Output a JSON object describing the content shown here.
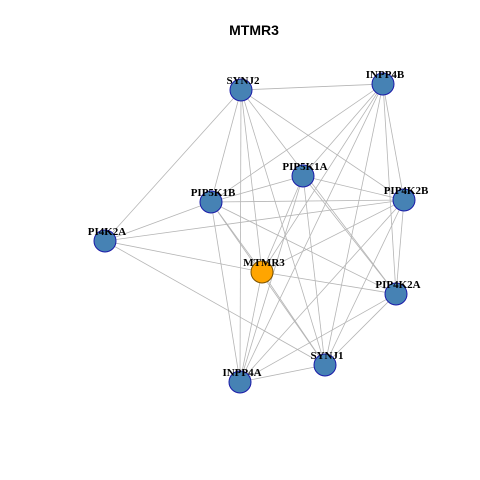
{
  "title": "MTMR3",
  "colors": {
    "node_fill": "#4682b4",
    "node_stroke": "#1a1aa8",
    "center_fill": "#ffa500",
    "center_stroke": "#7a5200",
    "edge": "#b5b5b5",
    "label": "#000000"
  },
  "nodes": [
    {
      "id": "SYNJ2",
      "label": "SYNJ2",
      "center": false
    },
    {
      "id": "INPP4B",
      "label": "INPP4B",
      "center": false
    },
    {
      "id": "PIP5K1A",
      "label": "PIP5K1A",
      "center": false
    },
    {
      "id": "PIP5K1B",
      "label": "PIP5K1B",
      "center": false
    },
    {
      "id": "PIP4K2B",
      "label": "PIP4K2B",
      "center": false
    },
    {
      "id": "PI4K2A",
      "label": "PI4K2A",
      "center": false
    },
    {
      "id": "MTMR3",
      "label": "MTMR3",
      "center": true
    },
    {
      "id": "PIP4K2A",
      "label": "PIP4K2A",
      "center": false
    },
    {
      "id": "SYNJ1",
      "label": "SYNJ1",
      "center": false
    },
    {
      "id": "INPP4A",
      "label": "INPP4A",
      "center": false
    }
  ],
  "edges": [
    [
      "SYNJ2",
      "INPP4B"
    ],
    [
      "SYNJ2",
      "PIP5K1B"
    ],
    [
      "SYNJ2",
      "PI4K2A"
    ],
    [
      "SYNJ2",
      "MTMR3"
    ],
    [
      "SYNJ2",
      "PIP4K2B"
    ],
    [
      "SYNJ2",
      "PIP4K2A"
    ],
    [
      "SYNJ2",
      "SYNJ1"
    ],
    [
      "SYNJ2",
      "INPP4A"
    ],
    [
      "INPP4B",
      "PIP5K1A"
    ],
    [
      "INPP4B",
      "PIP5K1B"
    ],
    [
      "INPP4B",
      "PIP4K2B"
    ],
    [
      "INPP4B",
      "MTMR3"
    ],
    [
      "INPP4B",
      "PIP4K2A"
    ],
    [
      "INPP4B",
      "SYNJ1"
    ],
    [
      "INPP4B",
      "INPP4A"
    ],
    [
      "PIP5K1A",
      "PIP5K1B"
    ],
    [
      "PIP5K1A",
      "PIP4K2B"
    ],
    [
      "PIP5K1A",
      "MTMR3"
    ],
    [
      "PIP5K1A",
      "PIP4K2A"
    ],
    [
      "PIP5K1A",
      "SYNJ1"
    ],
    [
      "PIP5K1A",
      "INPP4A"
    ],
    [
      "PIP5K1B",
      "PIP4K2B"
    ],
    [
      "PIP5K1B",
      "PI4K2A"
    ],
    [
      "PIP5K1B",
      "MTMR3"
    ],
    [
      "PIP5K1B",
      "PIP4K2A"
    ],
    [
      "PIP5K1B",
      "SYNJ1"
    ],
    [
      "PIP5K1B",
      "INPP4A"
    ],
    [
      "PIP4K2B",
      "PI4K2A"
    ],
    [
      "PIP4K2B",
      "MTMR3"
    ],
    [
      "PIP4K2B",
      "PIP4K2A"
    ],
    [
      "PIP4K2B",
      "SYNJ1"
    ],
    [
      "PIP4K2B",
      "INPP4A"
    ],
    [
      "PI4K2A",
      "MTMR3"
    ],
    [
      "PI4K2A",
      "SYNJ1"
    ],
    [
      "MTMR3",
      "PIP4K2A"
    ],
    [
      "MTMR3",
      "SYNJ1"
    ],
    [
      "MTMR3",
      "INPP4A"
    ],
    [
      "PIP4K2A",
      "SYNJ1"
    ],
    [
      "PIP4K2A",
      "INPP4A"
    ],
    [
      "SYNJ1",
      "INPP4A"
    ]
  ]
}
